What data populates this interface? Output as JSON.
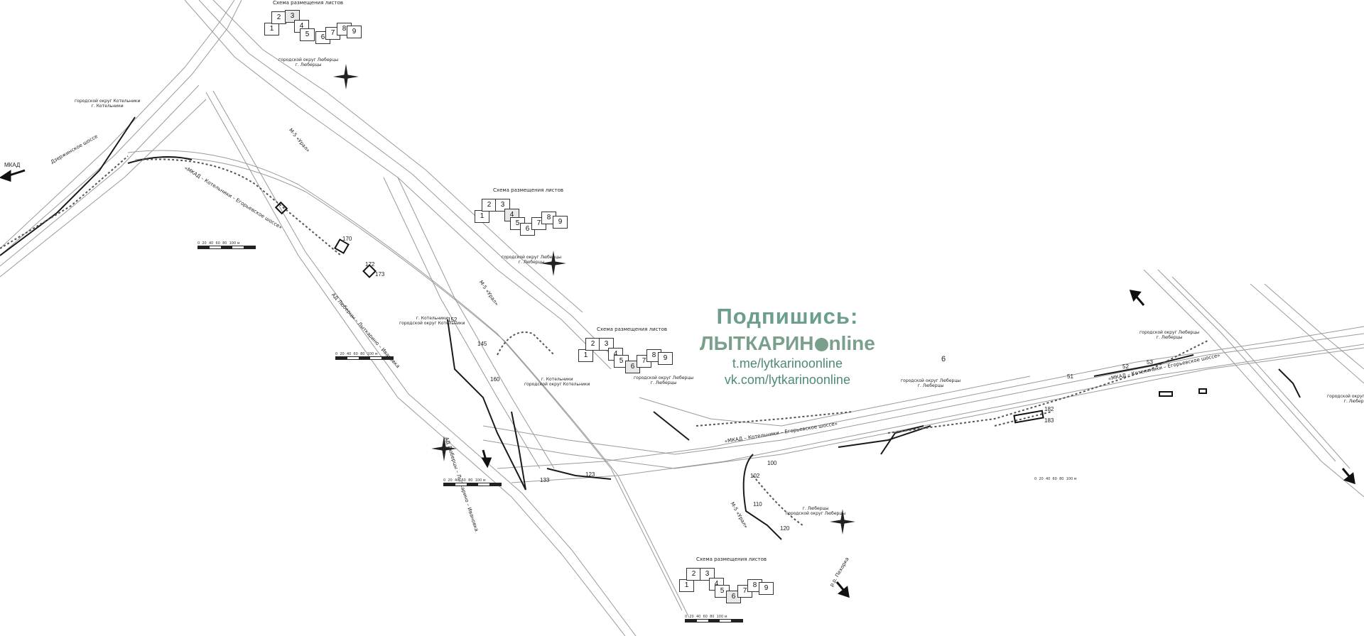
{
  "watermark": {
    "subscribe": "Подпишись:",
    "brand_before": "ЛЫТКАРИН",
    "brand_after": "nline",
    "telegram": "t.me/lytkarinoonline",
    "vk": "vk.com/lytkarinoonline"
  },
  "sheet_scheme": {
    "title": "Схема размещения листов",
    "sheets": [
      "1",
      "2",
      "3",
      "4",
      "5",
      "6",
      "7",
      "8",
      "9"
    ]
  },
  "scale_bar": {
    "ticks": [
      "0",
      "20",
      "40",
      "60",
      "80",
      "100 м"
    ]
  },
  "labels": {
    "mkad": "МКАД",
    "lyubertsy_district": "городской округ Люберцы",
    "lyubertsy_city": "г. Люберцы",
    "kotelniki_district": "городской округ Котельники",
    "kotelniki_city": "г. Котельники",
    "highway_m5": "М-5 «Урал»",
    "highway_mkad": "«МКАД – Котельники – Егорьевское шоссе»",
    "dzerzhinskoe": "Дзержинское шоссе",
    "road_lytkarino": "АД Люберцы – Лыткарино – Ивановка",
    "river": "р.р. Пехорка"
  },
  "marker_numbers": [
    "6",
    "51",
    "52",
    "53",
    "100",
    "102",
    "110",
    "120",
    "123",
    "133",
    "145",
    "152",
    "160",
    "170",
    "172",
    "173",
    "182",
    "183"
  ],
  "colors": {
    "watermark_green": "#6b9e8c",
    "road_line": "#555555",
    "boundary": "#222222"
  }
}
